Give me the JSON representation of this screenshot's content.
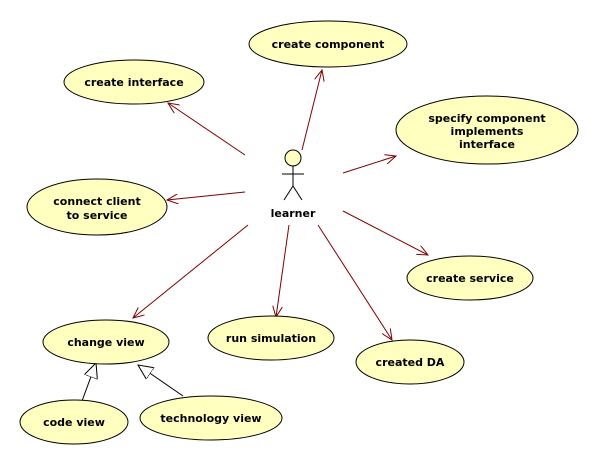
{
  "colors": {
    "usecase_fill": "#ffffc0",
    "outline": "#000000",
    "association": "#800000",
    "background": "#ffffff"
  },
  "actor": {
    "name": "learner"
  },
  "use_cases": {
    "create_component": [
      "create component"
    ],
    "create_interface": [
      "create interface"
    ],
    "specify_component": [
      "specify component",
      "implements",
      "interface"
    ],
    "connect_client": [
      "connect client",
      "to service"
    ],
    "create_service": [
      "create service"
    ],
    "change_view": [
      "change view"
    ],
    "run_simulation": [
      "run simulation"
    ],
    "created_da": [
      "created DA"
    ],
    "code_view": [
      "code view"
    ],
    "technology_view": [
      "technology view"
    ]
  }
}
